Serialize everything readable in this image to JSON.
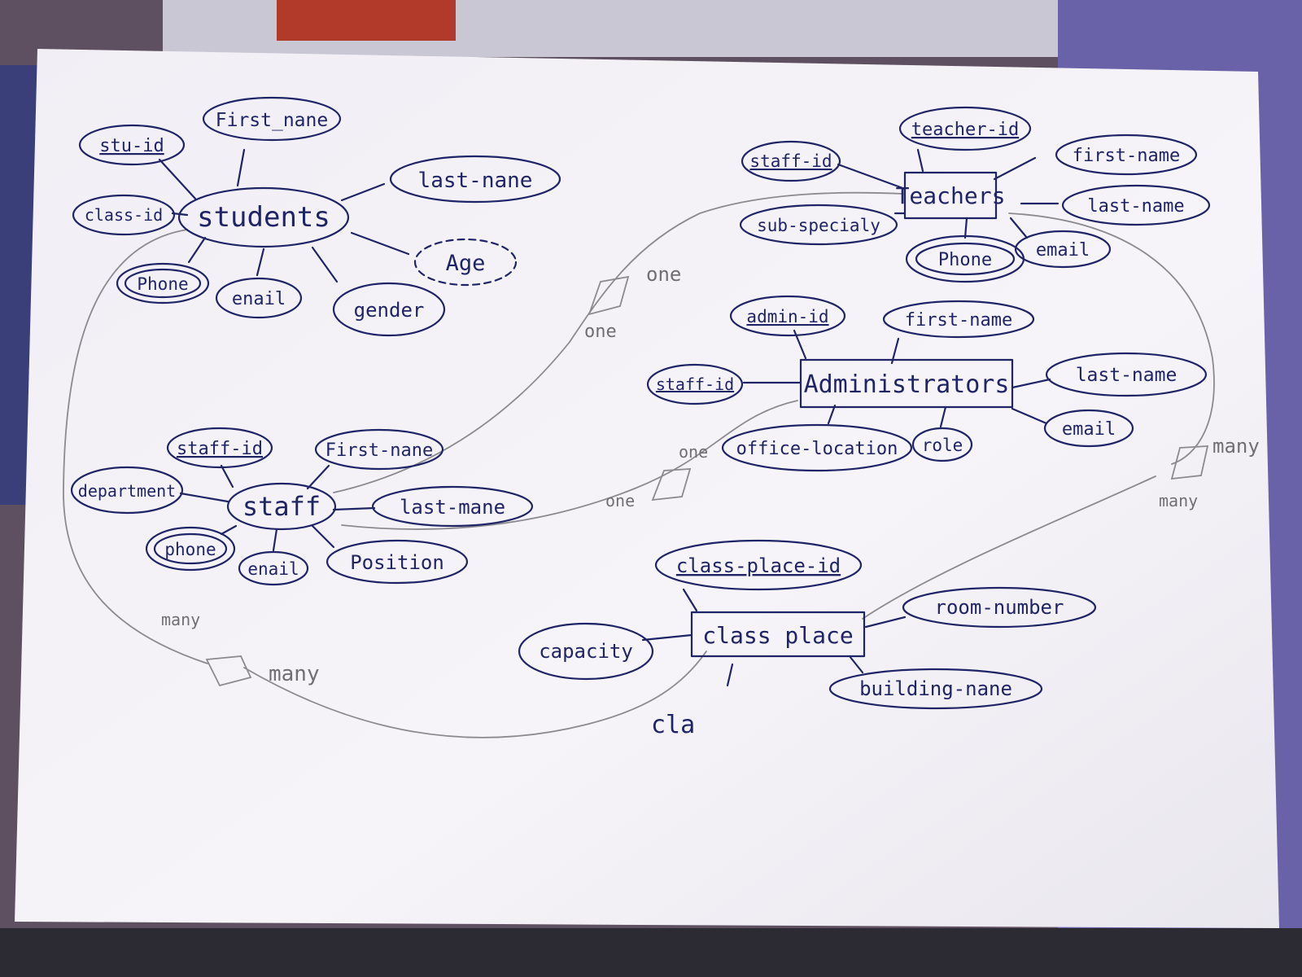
{
  "colors": {
    "ink": "#1f2466",
    "pencil": "#8a8a90",
    "paper": "#f3f1f6"
  },
  "entities": {
    "students": "students",
    "teachers": "Teachers",
    "administrators": "Administrators",
    "staff": "staff",
    "class_place": "class place"
  },
  "attributes": {
    "students": {
      "stu_id": "stu-id",
      "first_name": "First_nane",
      "last_name": "last-nane",
      "class_id": "class-id",
      "age": "Age",
      "phone": "Phone",
      "email": "enail",
      "gender": "gender"
    },
    "teachers": {
      "teacher_id": "teacher-id",
      "staff_id": "staff-id",
      "first_name": "first-name",
      "last_name": "last-name",
      "sub_specialty": "sub-specialy",
      "phone": "Phone",
      "email": "email"
    },
    "administrators": {
      "admin_id": "admin-id",
      "first_name": "first-name",
      "staff_id": "staff-id",
      "last_name": "last-name",
      "email": "email",
      "office_location": "office-location",
      "role": "role"
    },
    "staff": {
      "staff_id": "staff-id",
      "first_name": "First-nane",
      "department": "department",
      "last_name": "last-mane",
      "phone": "phone",
      "email": "enail",
      "position": "Position"
    },
    "class_place": {
      "class_place_id": "class-place-id",
      "room_number": "room-number",
      "capacity": "capacity",
      "building_name": "building-nane"
    }
  },
  "cardinality": {
    "teachers_staff_a": "one",
    "teachers_staff_b": "one",
    "admin_staff_a": "one",
    "admin_staff_b": "one",
    "teachers_class_a": "many",
    "teachers_class_b": "many",
    "students_class_a": "many",
    "students_class_b": "many"
  },
  "scribble": "cla"
}
